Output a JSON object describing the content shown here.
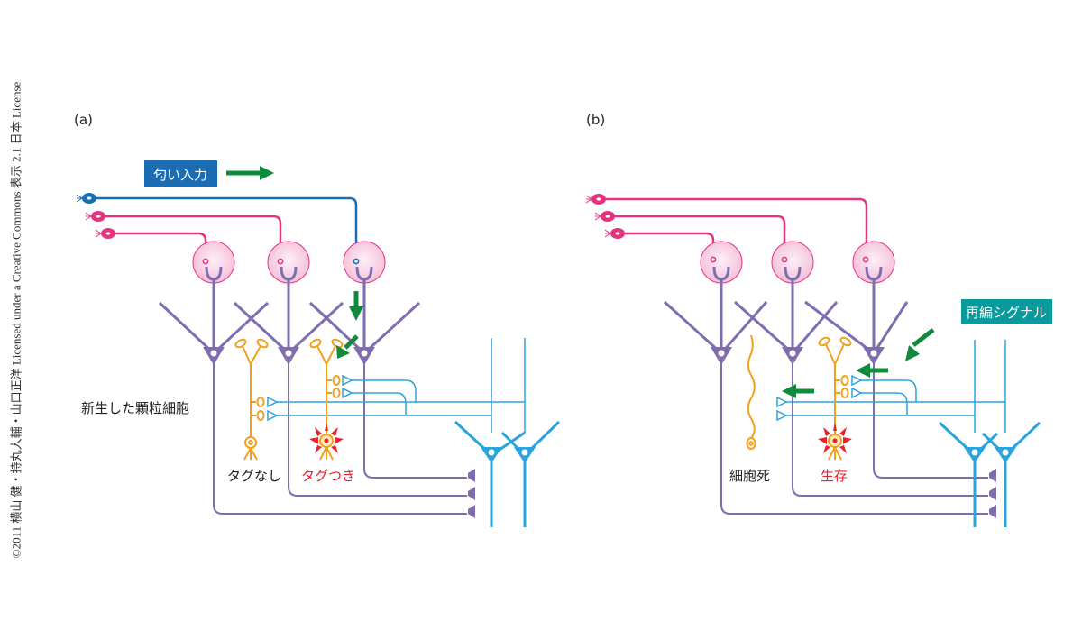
{
  "copyright": "©2011 横山 健・持丸大輔・山口正洋 Licensed under a Creative Commons 表示 2.1 日本 License",
  "colors": {
    "mitral_pink": "#e5337f",
    "blue_input": "#1a6db5",
    "glomerulus_fill": "#f6cde2",
    "granule_purple": "#7f6db0",
    "newborn_orange": "#f2a01e",
    "pyramidal_cyan": "#2aa4dc",
    "arrow_green": "#128a3c",
    "red_label": "#e8212b",
    "teal_box": "#0a9a9c",
    "blue_box": "#1a6db5"
  },
  "panels": [
    {
      "id": "a",
      "label": "(a)",
      "input_box": "匂い入力",
      "newborn_label": "新生した顆粒細胞",
      "cell_left_label": "タグなし",
      "cell_right_label": "タグつき"
    },
    {
      "id": "b",
      "label": "(b)",
      "signal_box": "再編シグナル",
      "cell_left_label": "細胞死",
      "cell_right_label": "生存"
    }
  ]
}
